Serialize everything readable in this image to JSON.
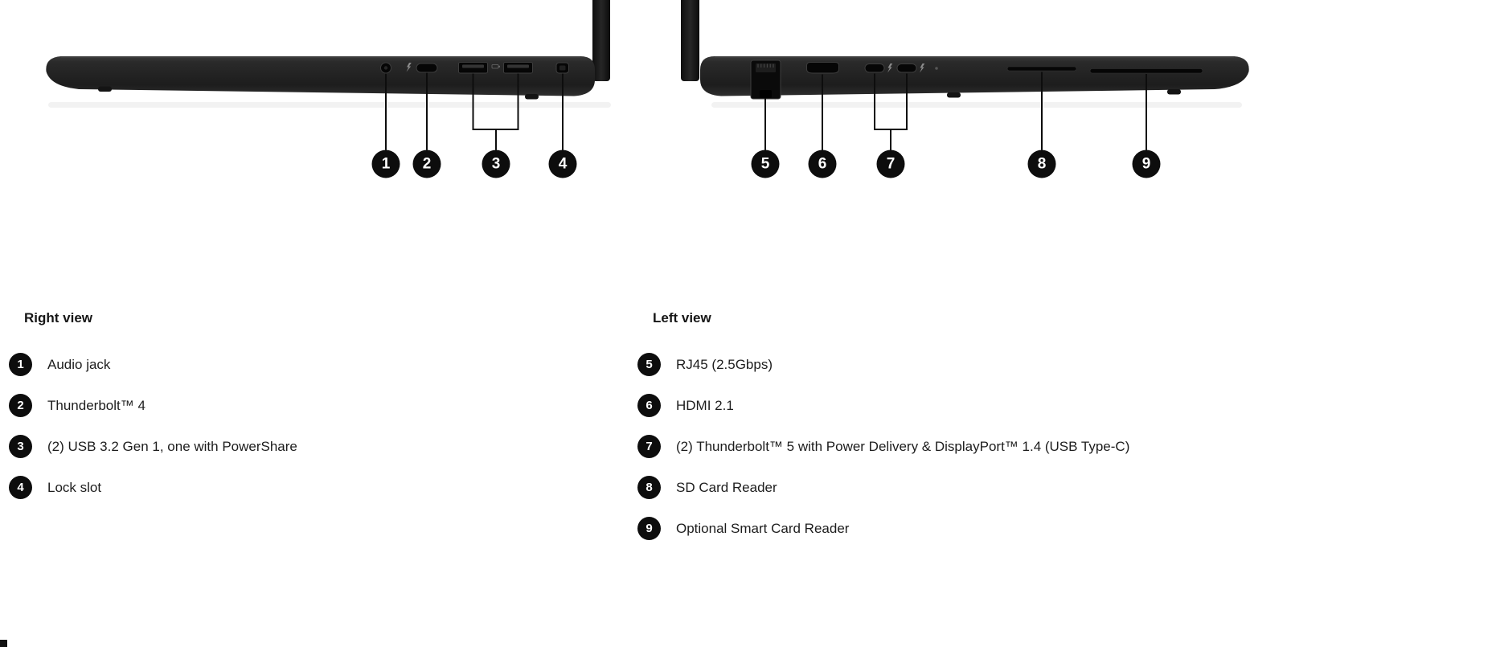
{
  "colors": {
    "background": "#ffffff",
    "laptop_body": "#262626",
    "laptop_lid": "#161616",
    "badge": "#0d0d0d",
    "text": "#1d1d1d"
  },
  "legend": {
    "right": {
      "title": "Right view",
      "items": [
        {
          "num": "1",
          "label": "Audio jack"
        },
        {
          "num": "2",
          "label": "Thunderbolt™ 4"
        },
        {
          "num": "3",
          "label": "(2) USB 3.2 Gen 1, one with PowerShare"
        },
        {
          "num": "4",
          "label": "Lock slot"
        }
      ]
    },
    "left": {
      "title": "Left view",
      "items": [
        {
          "num": "5",
          "label": "RJ45 (2.5Gbps)"
        },
        {
          "num": "6",
          "label": "HDMI 2.1"
        },
        {
          "num": "7",
          "label": "(2) Thunderbolt™ 5 with Power Delivery & DisplayPort™ 1.4 (USB Type-C)"
        },
        {
          "num": "8",
          "label": "SD Card Reader"
        },
        {
          "num": "9",
          "label": "Optional Smart Card Reader"
        }
      ]
    }
  }
}
